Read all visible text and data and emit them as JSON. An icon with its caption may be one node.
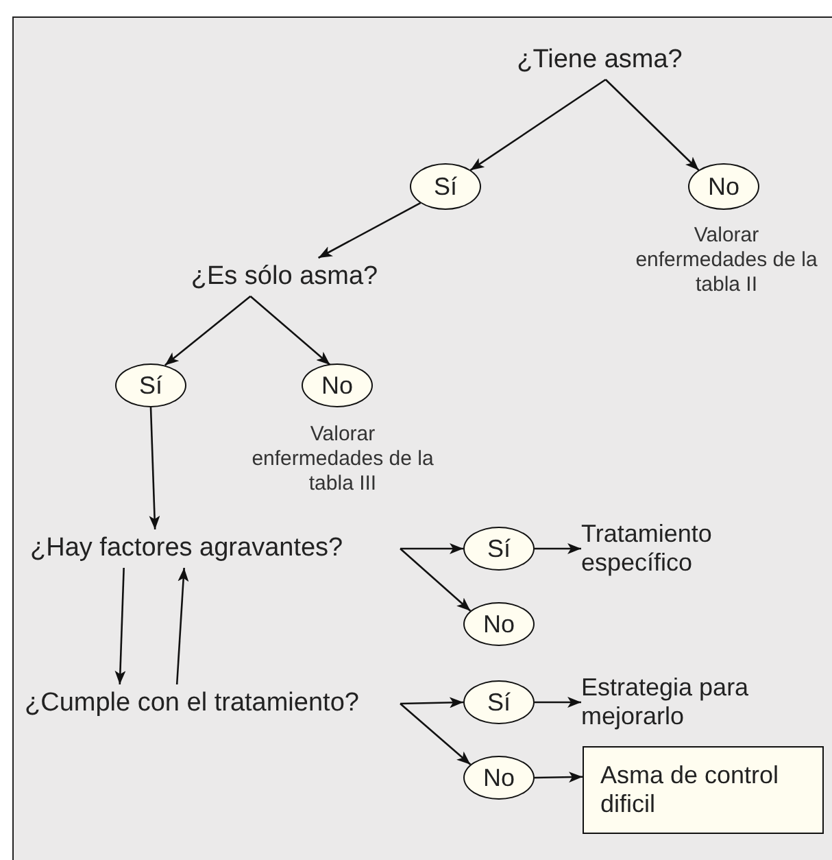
{
  "diagram": {
    "nodes": [
      {
        "text": [
          "¿Tiene asma?"
        ]
      },
      {
        "text": [
          "Sí"
        ]
      },
      {
        "text": [
          "No"
        ],
        "beside": [
          "Valorar enfermedades de la tabla II"
        ]
      },
      {
        "text": [
          "¿Es sólo asma?"
        ]
      },
      {
        "text": [
          "Sí"
        ]
      },
      {
        "text": [
          "No"
        ],
        "beside": [
          "Valorar enfermedades de la tabla III"
        ]
      },
      {
        "text": [
          "¿Hay factores agravantes?"
        ]
      },
      {
        "text": [
          "Sí"
        ]
      },
      {
        "text": [
          "Tratamiento específico"
        ]
      },
      {
        "text": [
          "No"
        ]
      },
      {
        "text": [
          "¿Cumple con el tratamiento?"
        ]
      },
      {
        "text": [
          "Sí"
        ]
      },
      {
        "text": [
          "Estrategia para mejorarlo"
        ]
      },
      {
        "text": [
          "No"
        ]
      },
      {
        "text": [
          "Asma de control dificil"
        ]
      }
    ],
    "edges": [
      {
        "from": 0,
        "to": 1,
        "arrow": "to"
      },
      {
        "from": 0,
        "to": 2,
        "arrow": "to"
      },
      {
        "from": 1,
        "to": 3,
        "arrow": "to"
      },
      {
        "from": 3,
        "to": 4,
        "arrow": "to"
      },
      {
        "from": 3,
        "to": 5,
        "arrow": "to"
      },
      {
        "from": 4,
        "to": 6,
        "arrow": "to"
      },
      {
        "from": 6,
        "to": 10,
        "arrow": "to"
      },
      {
        "from": 10,
        "to": 6,
        "arrow": "to"
      },
      {
        "from": 6,
        "to": 7,
        "arrow": "to"
      },
      {
        "from": 6,
        "to": 9,
        "arrow": "to"
      },
      {
        "from": 7,
        "to": 8,
        "arrow": "to"
      },
      {
        "from": 10,
        "to": 11,
        "arrow": "to"
      },
      {
        "from": 10,
        "to": 13,
        "arrow": "to"
      },
      {
        "from": 11,
        "to": 12,
        "arrow": "to"
      },
      {
        "from": 13,
        "to": 14,
        "arrow": "to"
      }
    ]
  }
}
